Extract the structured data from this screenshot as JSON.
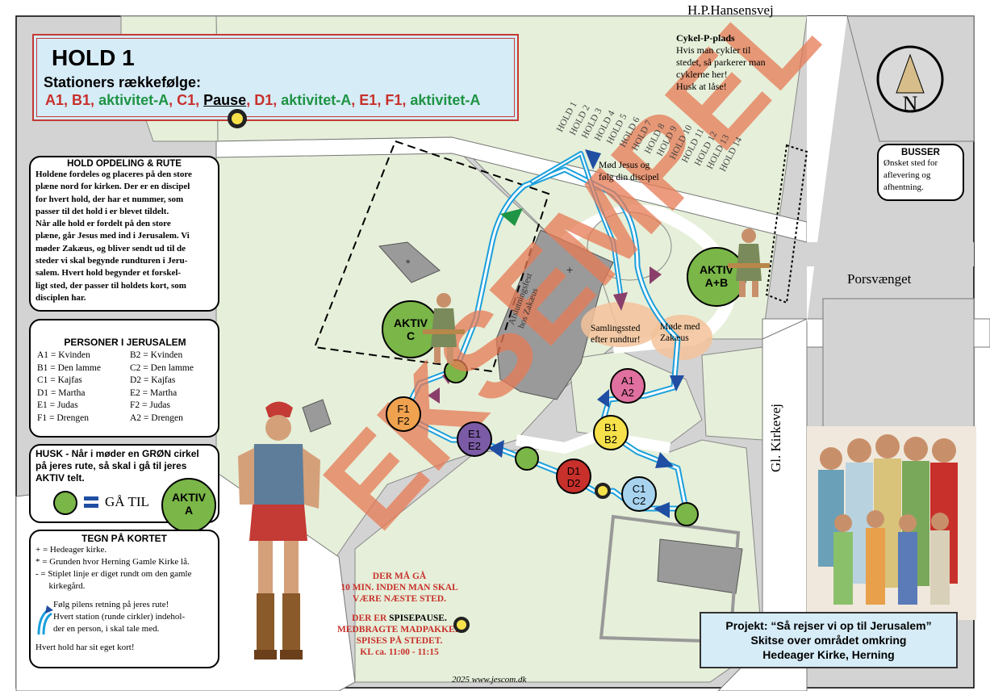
{
  "header": {
    "title": "HOLD 1",
    "subtitle": "Stationers rækkefølge:",
    "sequence": [
      {
        "text": "A1",
        "color": "#c8302b"
      },
      {
        "text": ", ",
        "color": "#c8302b"
      },
      {
        "text": "B1",
        "color": "#c8302b"
      },
      {
        "text": ", ",
        "color": "#c8302b"
      },
      {
        "text": "aktivitet-A",
        "color": "#1e9444"
      },
      {
        "text": ", ",
        "color": "#c8302b"
      },
      {
        "text": "C1",
        "color": "#c8302b"
      },
      {
        "text": ", ",
        "color": "#c8302b"
      },
      {
        "text": "Pause",
        "color": "#000000"
      },
      {
        "text": ", ",
        "color": "#c8302b"
      },
      {
        "text": "D1",
        "color": "#c8302b"
      },
      {
        "text": ", ",
        "color": "#c8302b"
      },
      {
        "text": "aktivitet-A",
        "color": "#1e9444"
      },
      {
        "text": ", ",
        "color": "#c8302b"
      },
      {
        "text": "E1",
        "color": "#c8302b"
      },
      {
        "text": ", ",
        "color": "#c8302b"
      },
      {
        "text": "F1",
        "color": "#c8302b"
      },
      {
        "text": ", ",
        "color": "#c8302b"
      },
      {
        "text": "aktivitet-A",
        "color": "#1e9444"
      }
    ]
  },
  "hold_opdeling": {
    "title": "HOLD OPDELING & RUTE",
    "lines": [
      "Holdene fordeles og placeres på den store",
      "plæne nord for kirken. Der er en discipel",
      "for hvert hold, der har et nummer, som",
      "passer til det hold i er blevet tildelt.",
      "Når alle hold er fordelt på den store",
      "plæne, går Jesus med ind i Jerusalem. Vi",
      "møder Zakæus, og bliver sendt ud til de",
      "steder vi skal begynde rundturen i Jeru-",
      "salem. Hvert hold begynder et forskel-",
      "ligt sted, der passer til holdets kort, som",
      "disciplen har."
    ]
  },
  "personer": {
    "title": "PERSONER I  JERUSALEM",
    "left": [
      "A1 = Kvinden",
      "B1 = Den lamme",
      "C1 = Kajfas",
      "D1 = Martha",
      "E1 = Judas",
      "F1 = Drengen"
    ],
    "right": [
      "B2 = Kvinden",
      "C2 = Den lamme",
      "D2 = Kajfas",
      "E2 = Martha",
      "F2 = Judas",
      "A2 = Drengen"
    ]
  },
  "husk": {
    "text": "HUSK - Når i møder en GRØN cirkel på jeres rute, så skal i gå til jeres AKTIV telt.",
    "goto_label": "GÅ TIL",
    "aktiv_line1": "AKTIV",
    "aktiv_line2": "A"
  },
  "tegn": {
    "title": "TEGN PÅ KORTET",
    "items": [
      "+ = Hedeager kirke.",
      "* = Grunden hvor Herning Gamle Kirke lå.",
      "- = Stiplet linje er diget rundt om den gamle",
      "      kirkegård.",
      "Følg pilens retning på jeres rute!",
      "Hvert station (runde cirkler) indehol-",
      "der en person, i skal tale med.",
      "Hvert hold har sit eget kort!"
    ]
  },
  "streets": {
    "hp_hansensvej": "H.P.Hansensvej",
    "porsvaenget": "Porsvænget",
    "gl_kirkevej": "Gl. Kirkevej"
  },
  "compass": {
    "letter": "N"
  },
  "cykel": {
    "title": "Cykel-P-plads",
    "lines": [
      "Hvis man cykler til",
      "stedet, så parkerer man",
      "cyklerne her!",
      "Husk at låse!"
    ]
  },
  "busser": {
    "title": "BUSSER",
    "lines": [
      "Ønsket sted for",
      "aflevering og",
      "afhentning."
    ]
  },
  "hold_labels": [
    "HOLD 1",
    "HOLD 2",
    "HOLD 3",
    "HOLD 4",
    "HOLD 5",
    "HOLD 6",
    "HOLD 7",
    "HOLD 8",
    "HOLD 9",
    "HOLD 10",
    "HOLD 11",
    "HOLD 12",
    "HOLD 13",
    "HOLD 14"
  ],
  "map_labels": {
    "mod_jesus": [
      "Mød Jesus og",
      "følg din discipel"
    ],
    "samlingssted": [
      "Samlingssted",
      "efter rundtur!"
    ],
    "mode_zakaeus": [
      "Møde med",
      "Zakæus"
    ],
    "aktiv_ab": [
      "AKTIV",
      "A+B"
    ],
    "aktiv_c": [
      "AKTIV",
      "C"
    ],
    "church_label": [
      "Afslutningsfest",
      "hos Zakæus"
    ],
    "church_plus": "+",
    "old_church_star": "*"
  },
  "stations": [
    {
      "label1": "A1",
      "label2": "A2",
      "color": "#e0709f"
    },
    {
      "label1": "B1",
      "label2": "B2",
      "color": "#f6e14b"
    },
    {
      "label1": "C1",
      "label2": "C2",
      "color": "#a7d3ef"
    },
    {
      "label1": "D1",
      "label2": "D2",
      "color": "#c8302b"
    },
    {
      "label1": "E1",
      "label2": "E2",
      "color": "#7b5ba6"
    },
    {
      "label1": "F1",
      "label2": "F2",
      "color": "#f0a24f"
    }
  ],
  "pause_note": {
    "lines": [
      "DER MÅ GÅ",
      "10 MIN. INDEN MAN SKAL",
      "VÆRE NÆSTE STED."
    ],
    "lines2_prefix": "DER ER ",
    "lines2_word": "SPISEPAUSE.",
    "lines2": [
      "MEDBRAGTE MADPAKKER",
      "SPISES PÅ STEDET.",
      "KL ca. 11:00 - 11:15"
    ]
  },
  "project": {
    "line1": "Projekt: “Så rejser vi op til Jerusalem”",
    "line2": "Skitse over området omkring",
    "line3": "Hedeager Kirke, Herning"
  },
  "watermark": "EKSEMPEL",
  "footer": "2025 www.jescom.dk",
  "colors": {
    "grass": "#e6efd9",
    "road": "#d3d3d3",
    "route": "#1a9fdc",
    "arrow": "#1f4ea3",
    "aktiv_green": "#7ab648",
    "watermark": "#e77a55"
  }
}
